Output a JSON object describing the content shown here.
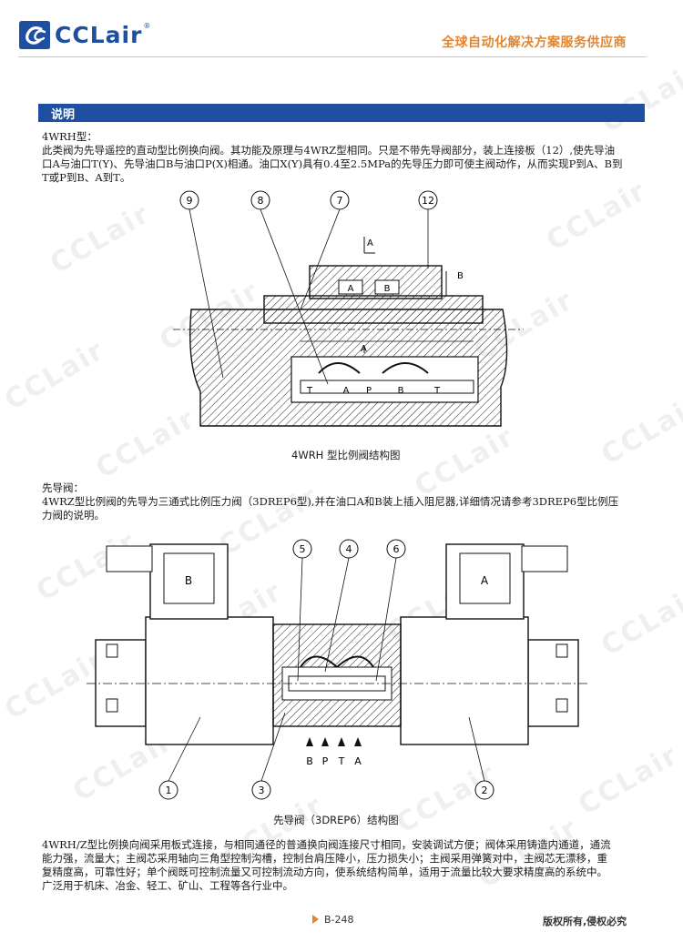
{
  "header": {
    "brand": "CCLair",
    "registered_mark": "®",
    "slogan": "全球自动化解决方案服务供应商"
  },
  "section": {
    "title": "说明"
  },
  "intro": {
    "model_line": "4WRH型：",
    "line1": "此类阀为先导遥控的直动型比例换向阀。其功能及原理与4WRZ型相同。只是不带先导阀部分，装上连接板（12）,使先导油",
    "line2": "口A与油口T(Y)、先导油口B与油口P(X)相通。油口X(Y)具有0.4至2.5MPa的先导压力即可使主阀动作，从而实现P到A、B到",
    "line3": "T或P到B、A到T。"
  },
  "figure1": {
    "labels": [
      "9",
      "8",
      "7",
      "12"
    ],
    "section_letters": {
      "a_top": "A",
      "a_mid": "A",
      "b_side": "B",
      "a_port": "A",
      "b_port": "B"
    },
    "port_letters": [
      "T",
      "A",
      "P",
      "B",
      "T"
    ],
    "caption": "4WRH 型比例阀结构图"
  },
  "pilot": {
    "title": "先导阀：",
    "line1": "4WRZ型比例阀的先导为三通式比例压力阀（3DREP6型),并在油口A和B装上插入阻尼器,详细情况请参考3DREP6型比例压",
    "line2": "力阀的说明。"
  },
  "figure2": {
    "top_labels": [
      "5",
      "4",
      "6"
    ],
    "bottom_labels": [
      "1",
      "3",
      "2"
    ],
    "solenoid_left": "B",
    "solenoid_right": "A",
    "port_letters": [
      "B",
      "P",
      "T",
      "A"
    ],
    "caption": "先导阀（3DREP6）结构图"
  },
  "summary": {
    "line1": "4WRH/Z型比例换向阀采用板式连接，与相同通径的普通换向阀连接尺寸相同，安装调试方便；阀体采用铸造内通道，通流",
    "line2": "能力强，流量大；主阀芯采用轴向三角型控制沟槽，控制台肩压降小，压力损失小；主阀采用弹簧对中，主阀芯无漂移，重",
    "line3": "复精度高，可靠性好；单个阀既可控制流量又可控制流动方向，使系统结构简单，适用于流量比较大要求精度高的系统中。",
    "line4": "广泛用于机床、冶金、轻工、矿山、工程等各行业中。"
  },
  "footer": {
    "page": "B-248",
    "rights": "版权所有,侵权必究"
  },
  "colors": {
    "brand_blue": "#1e4fa0",
    "accent_orange": "#e2852e"
  }
}
